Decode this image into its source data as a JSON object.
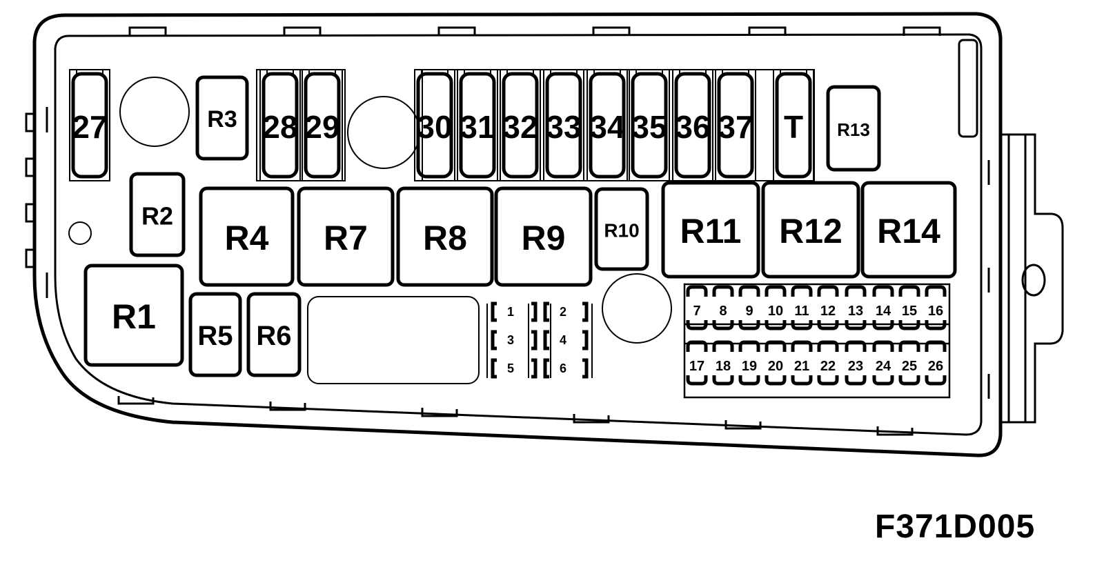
{
  "caption": "F371D005",
  "large_fuses": [
    "27",
    "28",
    "29",
    "30",
    "31",
    "32",
    "33",
    "34",
    "35",
    "36",
    "37",
    "T"
  ],
  "relays": [
    "R1",
    "R2",
    "R3",
    "R4",
    "R5",
    "R6",
    "R7",
    "R8",
    "R9",
    "R10",
    "R11",
    "R12",
    "R13",
    "R14"
  ],
  "small_fuses_row1": [
    "7",
    "8",
    "9",
    "10",
    "11",
    "12",
    "13",
    "14",
    "15",
    "16"
  ],
  "small_fuses_row2": [
    "17",
    "18",
    "19",
    "20",
    "21",
    "22",
    "23",
    "24",
    "25",
    "26"
  ],
  "mini_fuses": [
    "1",
    "2",
    "3",
    "4",
    "5",
    "6"
  ]
}
